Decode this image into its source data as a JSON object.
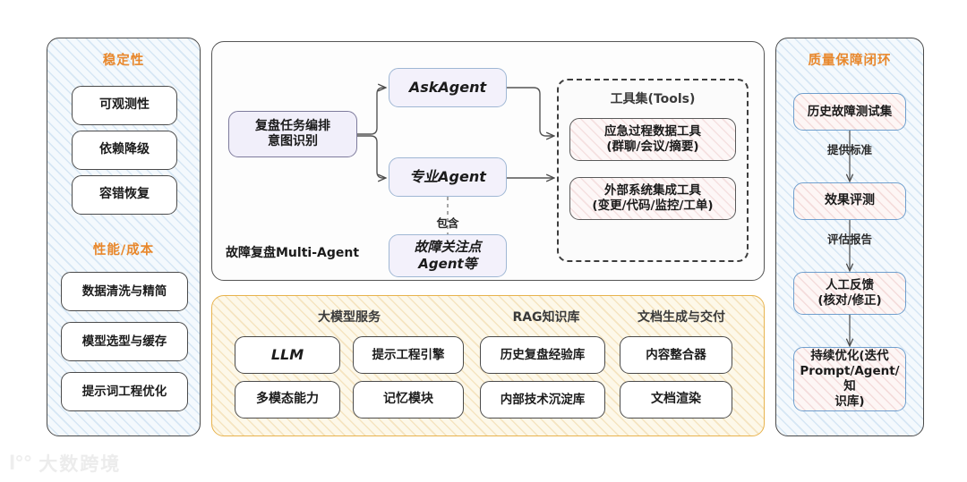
{
  "diagram": {
    "left_panel": {
      "sections": [
        {
          "title": "稳定性",
          "items": [
            "可观测性",
            "依赖降级",
            "容错恢复"
          ]
        },
        {
          "title": "性能/成本",
          "items": [
            "数据清洗与精简",
            "模型选型与缓存",
            "提示词工程优化"
          ]
        }
      ]
    },
    "center_panel": {
      "caption": "故障复盘Multi-Agent",
      "orchestrator": "复盘任务编排\n意图识别",
      "agents": [
        {
          "label": "AskAgent",
          "style": "italic"
        },
        {
          "label": "专业Agent",
          "style": "italic"
        },
        {
          "label": "故障关注点\nAgent等",
          "style": "italic"
        }
      ],
      "contains_label": "包含",
      "tools": {
        "title": "工具集(Tools)",
        "items": [
          "应急过程数据工具\n(群聊/会议/摘要)",
          "外部系统集成工具\n(变更/代码/监控/工单)"
        ]
      }
    },
    "bottom_panel": {
      "groups": [
        {
          "title": "大模型服务",
          "items": [
            "LLM",
            "多模态能力"
          ]
        },
        {
          "title": "",
          "items": [
            "提示工程引擎",
            "记忆模块"
          ]
        },
        {
          "title": "RAG知识库",
          "items": [
            "历史复盘经验库",
            "内部技术沉淀库"
          ]
        },
        {
          "title": "文档生成与交付",
          "items": [
            "内容整合器",
            "文档渲染"
          ]
        }
      ]
    },
    "right_panel": {
      "title": "质量保障闭环",
      "nodes": [
        "历史故障测试集",
        "效果评测",
        "人工反馈\n(核对/修正)",
        "持续优化(迭代\nPrompt/Agent/知\n识库)"
      ],
      "edge_labels": [
        "提供标准",
        "评估报告",
        ""
      ]
    },
    "watermark": {
      "mark": "l°°",
      "text": "大数跨境"
    },
    "colors": {
      "accent_orange": "#e8872b",
      "panel_yellow_border": "#e8b34d",
      "agent_lavender": "#f3f1fb",
      "qa_border_blue": "#6f9fce"
    }
  }
}
